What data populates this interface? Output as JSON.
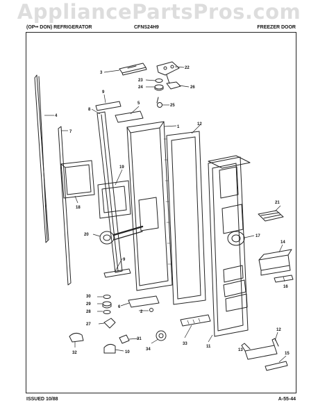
{
  "watermark": "AppliancePartsPros.com",
  "header": {
    "left": "(OP•• DON) REFRIGERATOR",
    "model": "CFNS24H9",
    "section": "FREEZER DOOR"
  },
  "footer": {
    "issued": "ISSUED 10/88",
    "page": "A-55-44"
  },
  "callouts": [
    "1",
    "2",
    "3",
    "4",
    "5",
    "6",
    "7",
    "8",
    "9",
    "9",
    "10",
    "11",
    "12",
    "12",
    "13",
    "14",
    "15",
    "16",
    "17",
    "18",
    "19",
    "20",
    "21",
    "22",
    "23",
    "24",
    "25",
    "26",
    "27",
    "28",
    "29",
    "30",
    "31",
    "32",
    "33",
    "34"
  ]
}
